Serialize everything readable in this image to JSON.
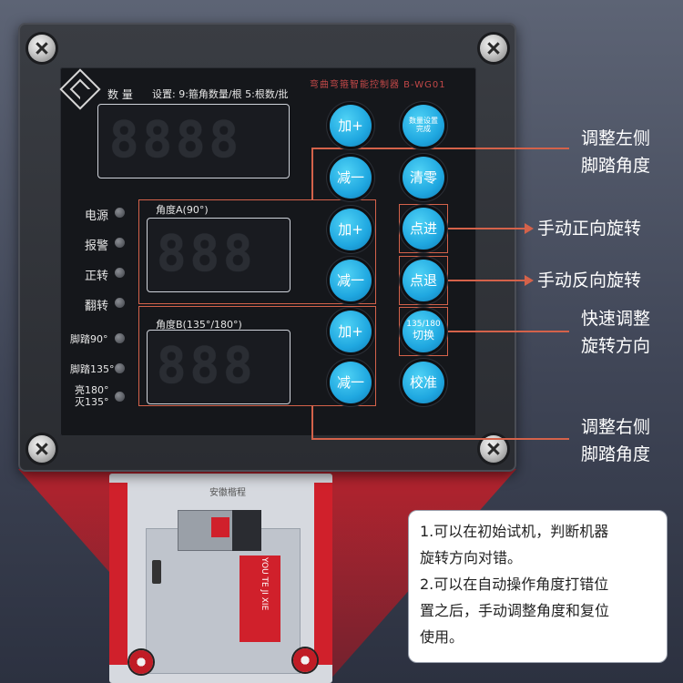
{
  "panel": {
    "title": "弯曲弯箍智能控制器 B-WG01",
    "count_label": "数 量",
    "setting_label": "设置: 9:箍角数量/根  5:根数/批",
    "count_display": "8888",
    "angle_a_label": "角度A(90°)",
    "angle_a_display": "888",
    "angle_b_label": "角度B(135°/180°)",
    "angle_b_display": "888"
  },
  "indicators": [
    {
      "label": "电源"
    },
    {
      "label": "报警"
    },
    {
      "label": "正转"
    },
    {
      "label": "翻转"
    },
    {
      "label": "脚踏90°"
    },
    {
      "label": "脚踏135°"
    },
    {
      "label_line1": "亮180°",
      "label_line2": "灭135°"
    }
  ],
  "buttons": {
    "count_plus": "加+",
    "count_confirm": "数量设置完成",
    "count_minus": "减一",
    "reset": "清零",
    "a_plus": "加+",
    "jog_forward": "点进",
    "a_minus": "减一",
    "jog_reverse": "点退",
    "b_plus": "加+",
    "switch_line1": "135/180",
    "switch_line2": "切换",
    "b_minus": "减一",
    "calibrate": "校准"
  },
  "annotations": {
    "left_pedal_1": "调整左侧",
    "left_pedal_2": "脚踏角度",
    "manual_forward": "手动正向旋转",
    "manual_reverse": "手动反向旋转",
    "direction_1": "快速调整",
    "direction_2": "旋转方向",
    "right_pedal_1": "调整右侧",
    "right_pedal_2": "脚踏角度"
  },
  "machine": {
    "brand": "安徽楷程",
    "side_text": "YOU TE JI XIE"
  },
  "notes": {
    "line1": "1.可以在初始试机，判断机器",
    "line2": "旋转方向对错。",
    "line3": "2.可以在自动操作角度打错位",
    "line4": "置之后，手动调整角度和复位",
    "line5": "使用。"
  },
  "colors": {
    "button_blue": "#1fa7e0",
    "accent_orange": "#d4624a",
    "machine_red": "#d0202b"
  }
}
